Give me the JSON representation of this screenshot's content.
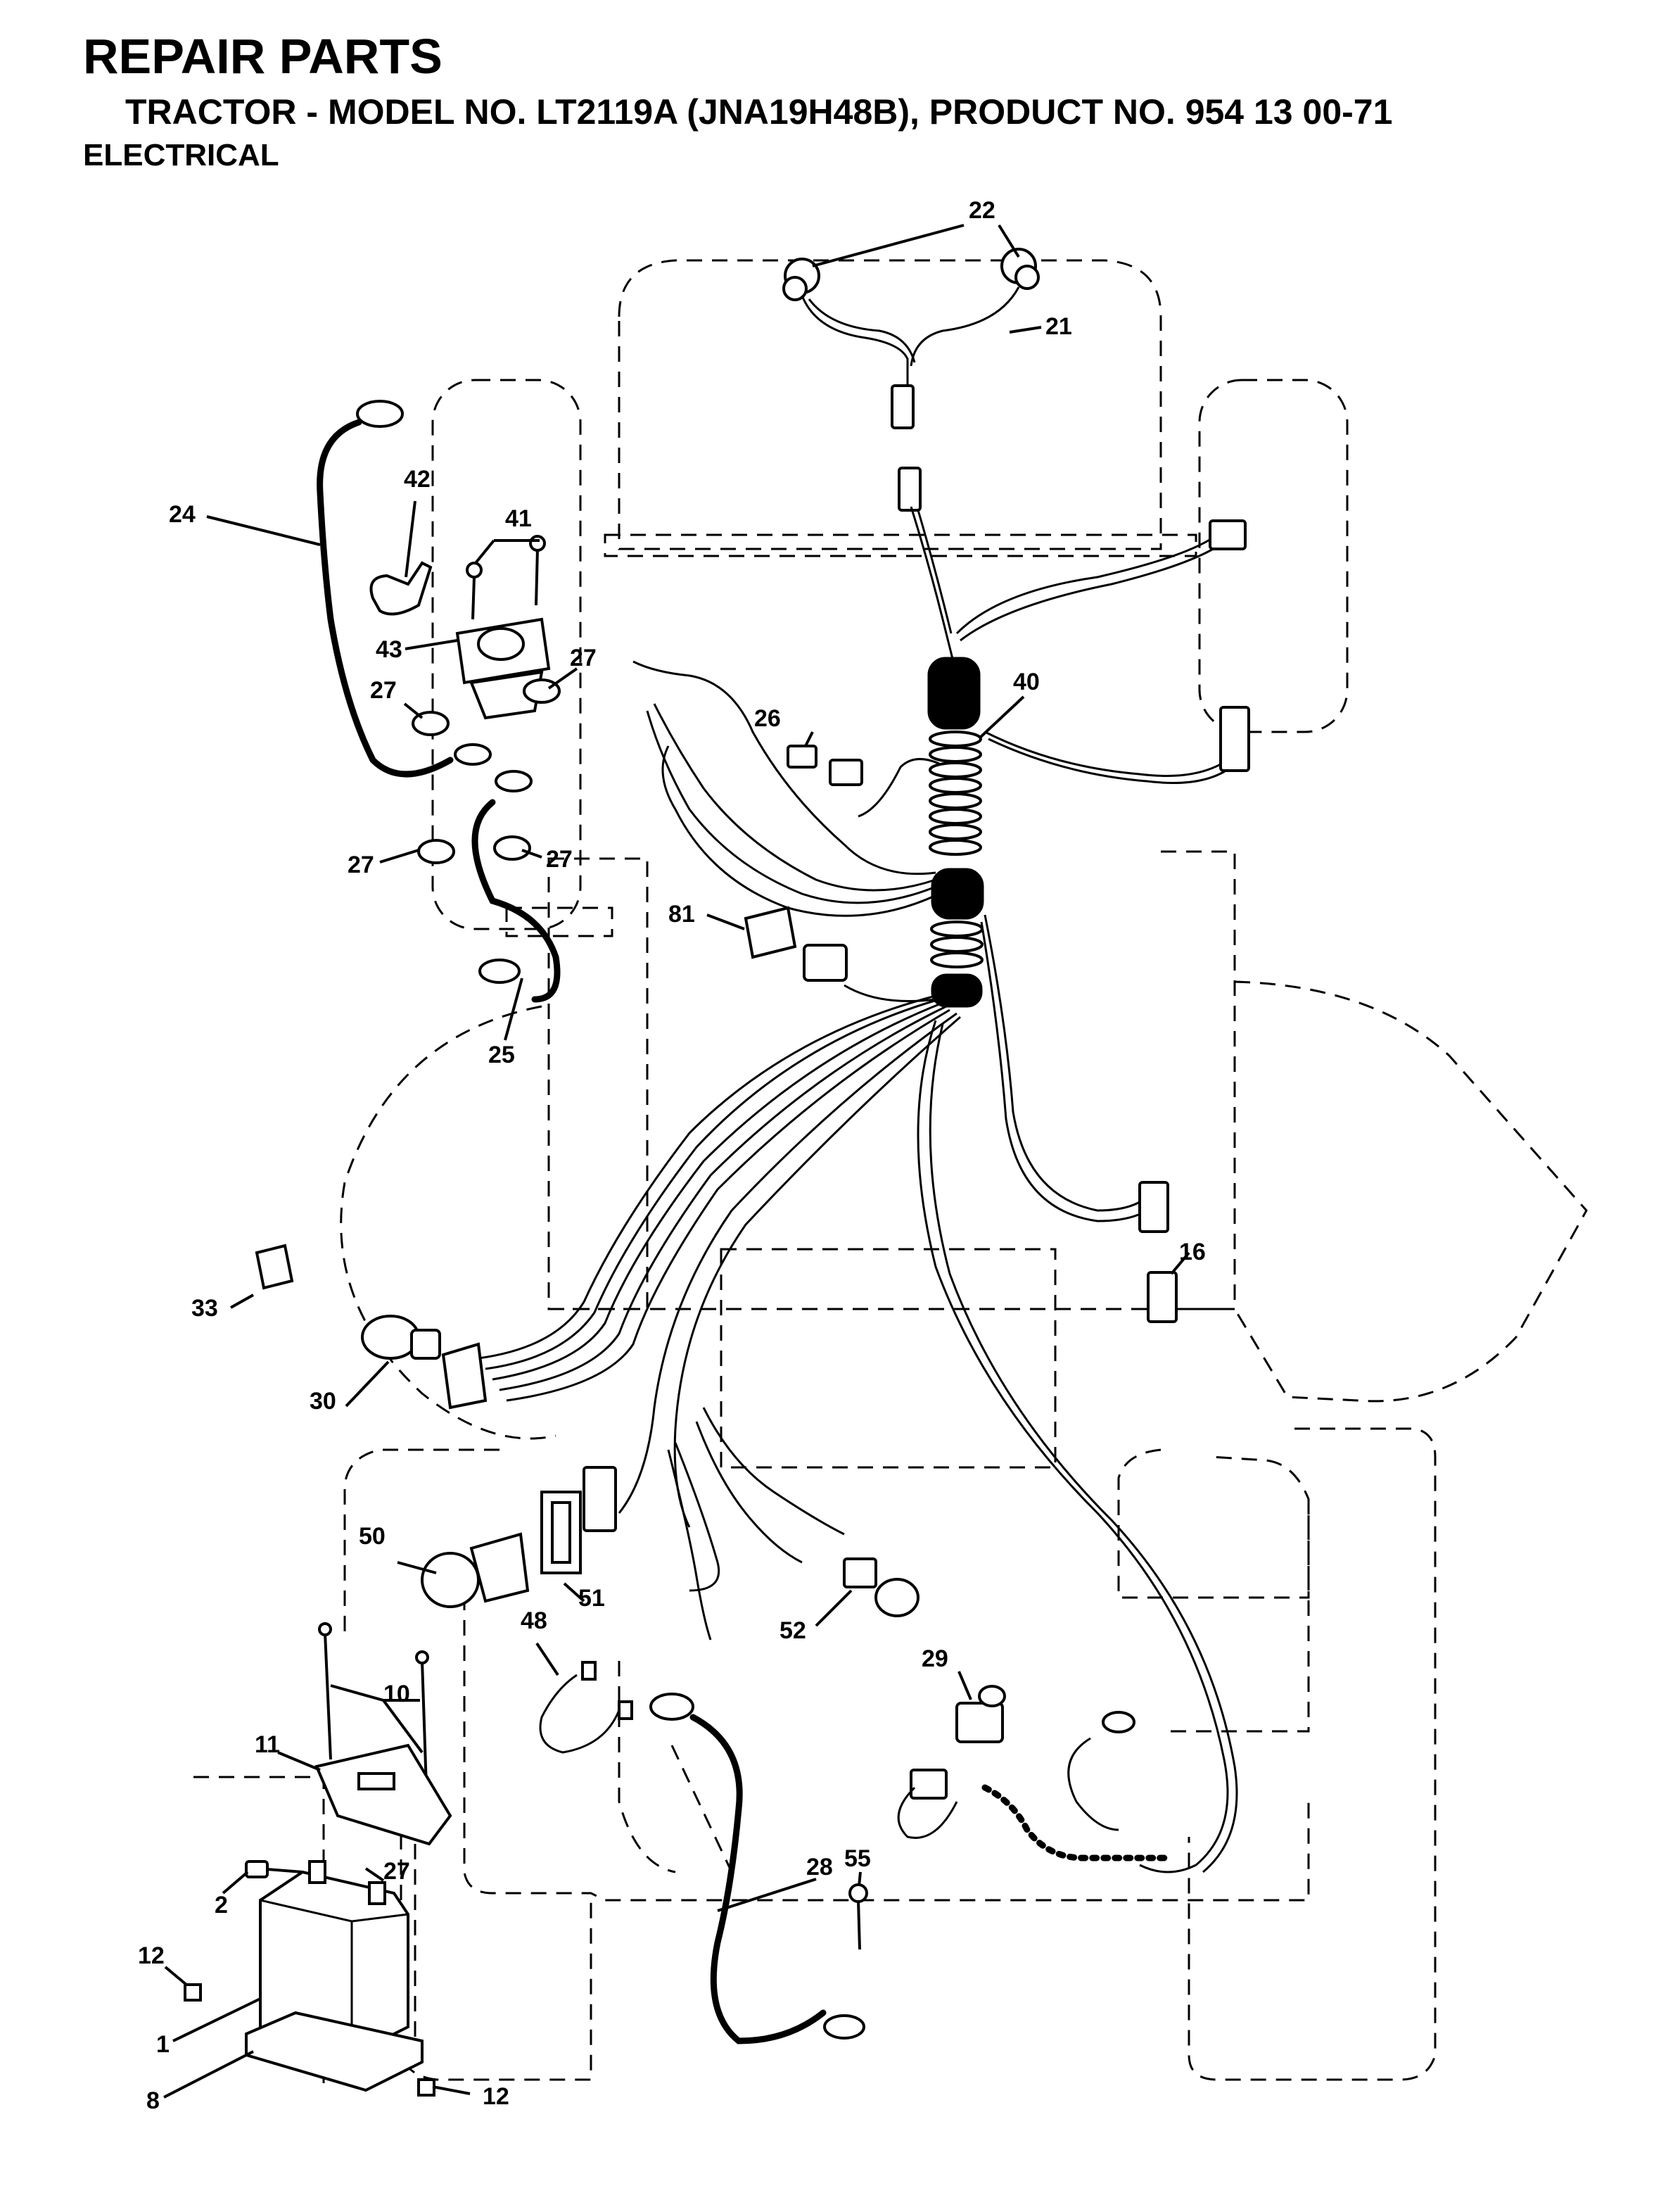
{
  "header": {
    "title": "REPAIR PARTS",
    "subtitle": "TRACTOR - MODEL NO. LT2119A (JNA19H48B), PRODUCT NO. 954 13 00-71",
    "section": "ELECTRICAL"
  },
  "callouts": {
    "c1": "1",
    "c2": "2",
    "c8": "8",
    "c10": "10",
    "c11": "11",
    "c12a": "12",
    "c12b": "12",
    "c16": "16",
    "c21": "21",
    "c22": "22",
    "c24": "24",
    "c25": "25",
    "c26": "26",
    "c27a": "27",
    "c27b": "27",
    "c27c": "27",
    "c27d": "27",
    "c27e": "27",
    "c28": "28",
    "c29": "29",
    "c30": "30",
    "c33": "33",
    "c40": "40",
    "c41": "41",
    "c42": "42",
    "c43": "43",
    "c48": "48",
    "c50": "50",
    "c51": "51",
    "c52": "52",
    "c55": "55",
    "c81": "81"
  }
}
